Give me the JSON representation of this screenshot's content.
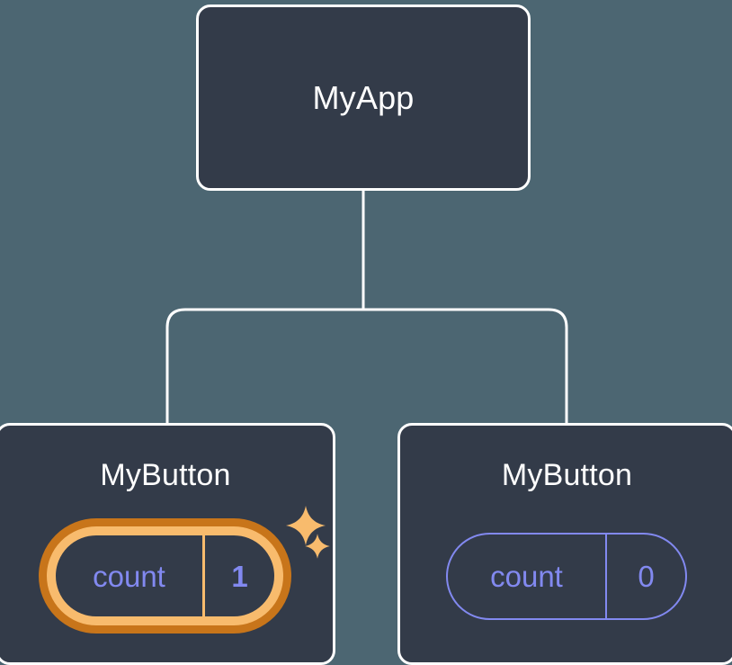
{
  "diagram": {
    "type": "component-tree",
    "title": "React component tree with local state",
    "background_color": "#4c6672",
    "node_fill_color": "#333b49",
    "node_border_color": "#ffffff",
    "accent_state_color": "#8289f0",
    "highlight_outer_color": "#c8751a",
    "highlight_inner_color": "#f8bb6d"
  },
  "root": {
    "label": "MyApp"
  },
  "children": [
    {
      "label": "MyButton",
      "state": {
        "name": "count",
        "value": "1",
        "highlighted": true,
        "sparkle_large": "sparkle-icon",
        "sparkle_small": "sparkle-icon"
      }
    },
    {
      "label": "MyButton",
      "state": {
        "name": "count",
        "value": "0",
        "highlighted": false
      }
    }
  ]
}
